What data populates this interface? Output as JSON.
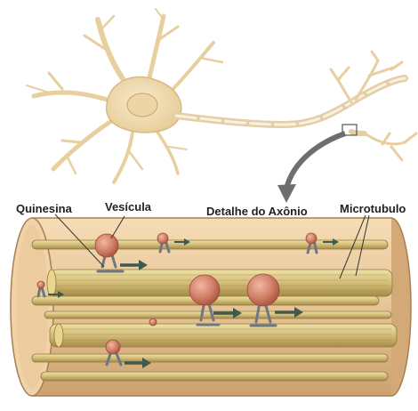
{
  "labels": {
    "kinesin": "Quinesina",
    "vesicle": "Vesícula",
    "axon_detail": "Detalhe do Axônio",
    "microtubule": "Microtubulo"
  },
  "colors": {
    "neuron_fill": "#f3dfb8",
    "neuron_edge": "#c9a877",
    "axon_sheath": "#d8e2ee",
    "cylinder_body": "#e7c79d",
    "cylinder_dark": "#c8a070",
    "microtubule": "#d6c27f",
    "microtubule_edge": "#8f7a3b",
    "vesicle": "#d4826c",
    "kinesin": "#7d8794",
    "arrow": "#3f5a4a"
  }
}
